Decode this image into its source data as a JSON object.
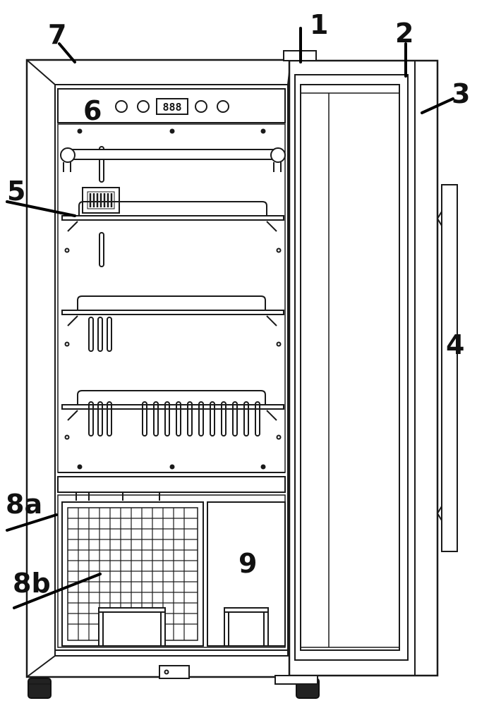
{
  "callouts": {
    "c1": "1",
    "c2": "2",
    "c3": "3",
    "c4": "4",
    "c5": "5",
    "c6": "6",
    "c7": "7",
    "c8a": "8a",
    "c8b": "8b",
    "c9": "9"
  },
  "control_panel": {
    "display": "888"
  },
  "colors": {
    "line": "#1a1a1a",
    "fill": "#ffffff",
    "foot": "#222222"
  }
}
